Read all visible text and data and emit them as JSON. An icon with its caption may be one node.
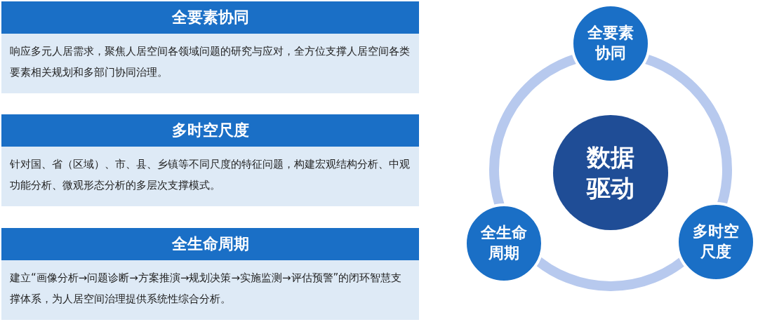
{
  "diagram": {
    "nodes": [
      {
        "text": [
          "全要素协同",
          "响应多元人居需求，聚焦人居空间各领域问题的研究与应对，全方位支撑人居空间各类要素相关规划和多部门协同治理。"
        ]
      },
      {
        "text": [
          "多时空尺度",
          "针对国、省（区域）、市、县、乡镇等不同尺度的特征问题，构建宏观结构分析、中观功能分析、微观形态分析的多层次支撑模式。"
        ]
      },
      {
        "text": [
          "全生命周期",
          "建立“画像分析→问题诊断→方案推演→规划决策→实施监测→评估预警”的闭环智慧支撑体系，为人居空间治理提供系统性综合分析。"
        ]
      },
      {
        "text": [
          "全要素协同"
        ]
      },
      {
        "text": [
          "数据驱动"
        ]
      },
      {
        "text": [
          "全生命周期"
        ]
      },
      {
        "text": [
          "多时空尺度"
        ]
      }
    ]
  }
}
